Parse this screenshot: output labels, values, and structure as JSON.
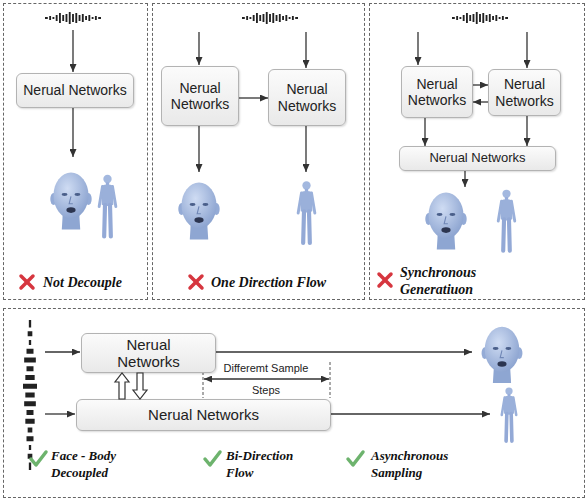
{
  "diagram": {
    "nodes": [
      {
        "text": [
          "Not Decouple"
        ]
      },
      {
        "text": [
          "Nerual Networks"
        ],
        "in": 0
      },
      {
        "text": [
          "One Direction Flow"
        ]
      },
      {
        "text": [
          "Nerual Networks"
        ],
        "in": 2
      },
      {
        "text": [
          "Nerual Networks"
        ],
        "in": 2
      },
      {
        "text": [
          "Synchronous Generatiuon"
        ]
      },
      {
        "text": [
          "Nerual Networks"
        ],
        "in": 5
      },
      {
        "text": [
          "Nerual Networks"
        ],
        "in": 5
      },
      {
        "text": [
          "Nerual Networks"
        ],
        "in": 5
      },
      {
        "text": [
          "Face - Body Decoupled",
          "Bi-Direction Flow",
          "Asynchronous Sampling"
        ]
      },
      {
        "text": [
          "Nerual Networks"
        ],
        "in": 9
      },
      {
        "text": [
          "Nerual Networks"
        ],
        "in": 9
      }
    ],
    "edges": [
      {
        "from": 3,
        "to": 4,
        "arrow": "to"
      },
      {
        "from": 6,
        "to": 7,
        "arrow": "to"
      },
      {
        "from": 7,
        "to": 6,
        "arrow": "to"
      },
      {
        "from": 6,
        "to": 8,
        "arrow": "to"
      },
      {
        "from": 7,
        "to": 8,
        "arrow": "to"
      },
      {
        "from": 10,
        "to": 11,
        "arrow": "to"
      },
      {
        "from": 11,
        "to": 10,
        "arrow": "to"
      }
    ],
    "labels": [
      "Differemt Sample Steps"
    ]
  }
}
